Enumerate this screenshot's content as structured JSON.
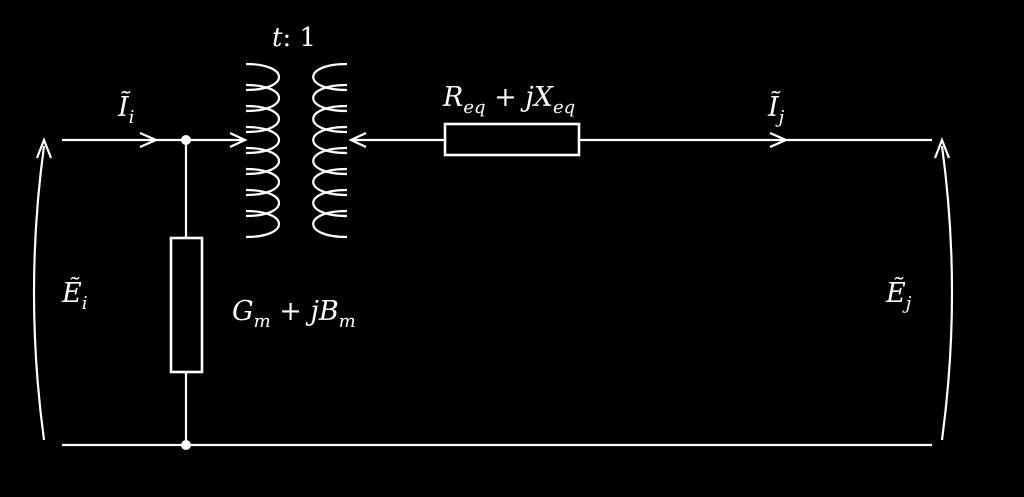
{
  "diagram": {
    "colors": {
      "background": "#000000",
      "stroke": "#ffffff",
      "text": "#ffffff"
    },
    "labels": {
      "turns_ratio_var": "t",
      "turns_ratio_rest": ": 1",
      "series_R": "R",
      "series_R_sub": "eq",
      "series_plus": " + j",
      "series_X": "X",
      "series_X_sub": "eq",
      "shunt_G": "G",
      "shunt_G_sub": "m",
      "shunt_plus": " + j",
      "shunt_B": "B",
      "shunt_B_sub": "m",
      "current_i": "Ĩ",
      "current_i_sub": "i",
      "current_j": "Ĩ",
      "current_j_sub": "j",
      "voltage_i": "Ẽ",
      "voltage_i_sub": "i",
      "voltage_j": "Ẽ",
      "voltage_j_sub": "j"
    }
  }
}
